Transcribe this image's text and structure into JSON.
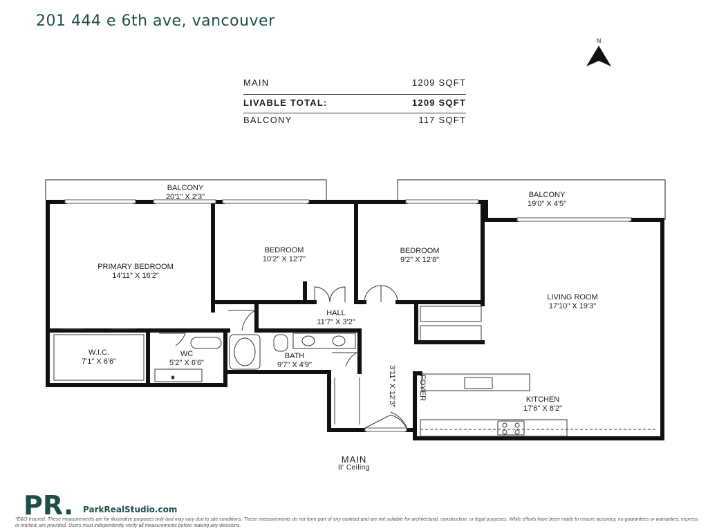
{
  "address": "201 444 e 6th ave, vancouver",
  "north_label": "N",
  "summary": [
    {
      "label": "MAIN",
      "value": "1209 SQFT",
      "bold": false
    },
    {
      "label": "LIVABLE TOTAL:",
      "value": "1209 SQFT",
      "bold": true
    },
    {
      "label": "BALCONY",
      "value": "117 SQFT",
      "bold": false
    }
  ],
  "rooms": {
    "balcony_left": {
      "name": "BALCONY",
      "dims": "20'1\" X 2'3\""
    },
    "balcony_right": {
      "name": "BALCONY",
      "dims": "19'0\" X 4'5\""
    },
    "primary_bedroom": {
      "name": "PRIMARY BEDROOM",
      "dims": "14'11\" X 16'2\""
    },
    "bedroom_1": {
      "name": "BEDROOM",
      "dims": "10'2\" X 12'7\""
    },
    "bedroom_2": {
      "name": "BEDROOM",
      "dims": "9'2\" X 12'8\""
    },
    "living_room": {
      "name": "LIVING ROOM",
      "dims": "17'10\" X 19'3\""
    },
    "hall": {
      "name": "HALL",
      "dims": "11'7\" X 3'2\""
    },
    "wic": {
      "name": "W.I.C.",
      "dims": "7'1\" X 6'6\""
    },
    "wc": {
      "name": "WC",
      "dims": "5'2\" X 6'6\""
    },
    "bath": {
      "name": "BATH",
      "dims": "9'7\" X 4'9\""
    },
    "foyer": {
      "name": "FOYER",
      "dims": "3'11\" X 12'3\""
    },
    "kitchen": {
      "name": "KITCHEN",
      "dims": "17'6\" X 8'2\""
    }
  },
  "floor": {
    "title": "MAIN",
    "subtitle": "8' Ceiling"
  },
  "brand": {
    "mark": "PR.",
    "name": "ParkRealStudio.com",
    "color": "#1f4d4a"
  },
  "disclaimer": "*E&O Insured. These measurements are for illustrative purposes only and may vary due to site conditions. These measurements do not form part of any contract and are not suitable for architectural, construction, or legal purposes. While efforts have been made to ensure accuracy, no guarantees or warranties, express or implied, are provided. Users must independently verify all measurements before making any decisions."
}
